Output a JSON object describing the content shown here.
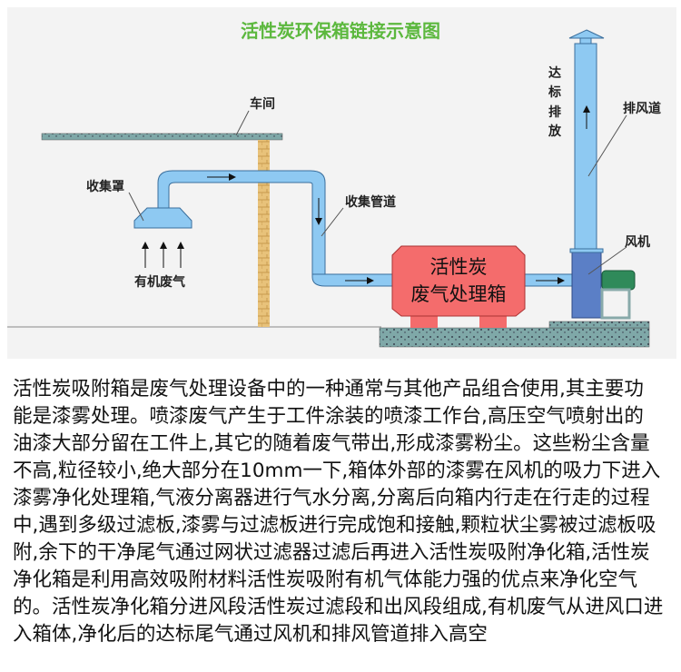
{
  "diagram": {
    "title": "活性炭环保箱链接示意图",
    "labels": {
      "workshop": "车间",
      "hood": "收集罩",
      "collection_duct": "收集管道",
      "organic_gas": "有机废气",
      "standard_emission": [
        "达",
        "标",
        "排",
        "放"
      ],
      "exhaust_duct": "排风道",
      "fan": "风机",
      "box_line1": "活性炭",
      "box_line2": "废气处理箱"
    },
    "colors": {
      "title": "#5cb83e",
      "duct": "#8ec9f2",
      "box": "#f46c6c",
      "fan": "#5b7fc6",
      "motor": "#2f8a5a"
    }
  },
  "description": {
    "lines": [
      "活性炭吸附箱是废气处理设备中的一种通常与其他产品组合使用,其主要功",
      "能是漆雾处理。喷漆废气产生于工件涂装的喷漆工作台,高压空气喷射出的",
      "油漆大部分留在工件上,其它的随着废气带出,形成漆雾粉尘。这些粉尘含量",
      "不高,粒径较小,绝大部分在10mm一下,箱体外部的漆雾在风机的吸力下进入",
      "漆雾净化处理箱,气液分离器进行气水分离,分离后向箱内行走在行走的过程",
      "中,遇到多级过滤板,漆雾与过滤板进行完成饱和接触,颗粒状尘雾被过滤板吸",
      "附,余下的干净尾气通过网状过滤器过滤后再进入活性炭吸附净化箱,活性炭",
      "净化箱是利用高效吸附材料活性炭吸附有机气体能力强的优点来净化空气",
      "的。活性炭净化箱分进风段活性炭过滤段和出风段组成,有机废气从进风口进",
      "入箱体,净化后的达标尾气通过风机和排风管道排入高空"
    ]
  }
}
